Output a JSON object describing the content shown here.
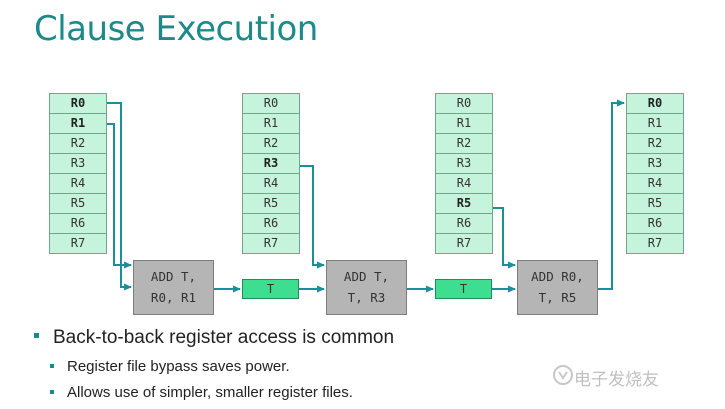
{
  "title": "Clause Execution",
  "register_files": [
    {
      "registers": [
        "R0",
        "R1",
        "R2",
        "R3",
        "R4",
        "R5",
        "R6",
        "R7"
      ],
      "highlighted": [
        "R0",
        "R1"
      ]
    },
    {
      "registers": [
        "R0",
        "R1",
        "R2",
        "R3",
        "R4",
        "R5",
        "R6",
        "R7"
      ],
      "highlighted": [
        "R3"
      ]
    },
    {
      "registers": [
        "R0",
        "R1",
        "R2",
        "R3",
        "R4",
        "R5",
        "R6",
        "R7"
      ],
      "highlighted": [
        "R5"
      ]
    },
    {
      "registers": [
        "R0",
        "R1",
        "R2",
        "R3",
        "R4",
        "R5",
        "R6",
        "R7"
      ],
      "highlighted": [
        "R0"
      ]
    }
  ],
  "operations": [
    {
      "line1": "ADD T,",
      "line2": "R0, R1"
    },
    {
      "line1": "ADD T,",
      "line2": "T, R3"
    },
    {
      "line1": "ADD R0,",
      "line2": "T, R5"
    }
  ],
  "temp_label": "T",
  "bullets": {
    "main": "Back-to-back register access is common",
    "sub": [
      "Register file bypass saves power.",
      "Allows use of simpler, smaller register files."
    ]
  },
  "watermark": "电子发烧友",
  "colors": {
    "title": "#1c8a8a",
    "register_fill": "#c6f3dc",
    "temp_fill": "#3dde90",
    "op_fill": "#b5b5b5",
    "wire": "#1a8f99"
  }
}
